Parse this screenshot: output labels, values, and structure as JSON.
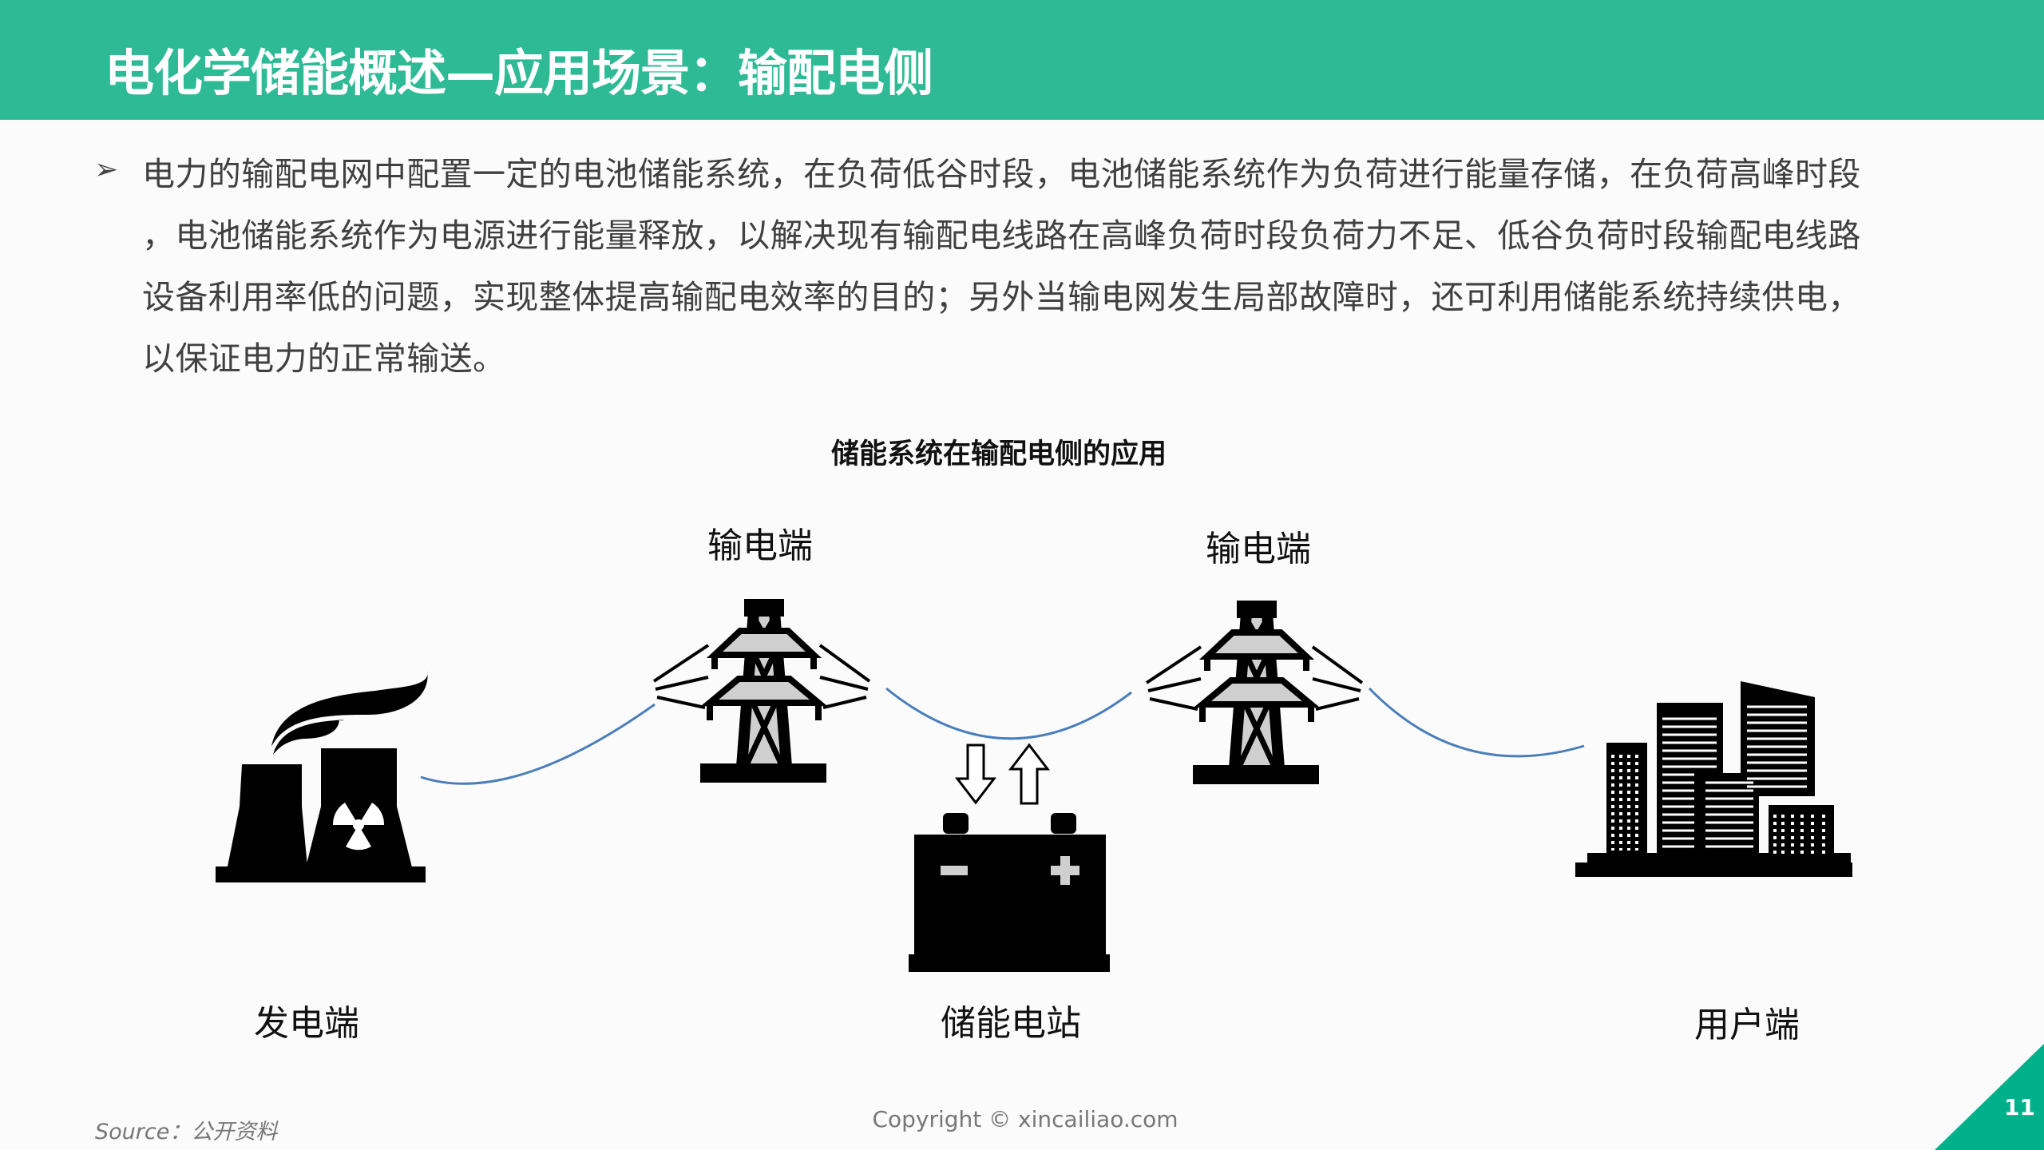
{
  "header": {
    "title": "电化学储能概述—应用场景：输配电侧"
  },
  "bullet_icon": "arrow-bullet-icon",
  "body": {
    "lines": [
      "电力的输配电网中配置一定的电池储能系统，在负荷低谷时段，电池储能系统作为负荷进行能量存储，在负荷高峰时段",
      "，电池储能系统作为电源进行能量释放，以解决现有输配电线路在高峰负荷时段负荷力不足、低谷负荷时段输配电线路",
      "设备利用率低的问题，实现整体提高输配电效率的目的；另外当输电网发生局部故障时，还可利用储能系统持续供电，",
      "以保证电力的正常输送。"
    ]
  },
  "diagram": {
    "title": "储能系统在输配电侧的应用",
    "labels": {
      "generation": "发电端",
      "transmission_1": "输电端",
      "transmission_2": "输电端",
      "storage": "储能电站",
      "user": "用户端"
    },
    "wire_color": "#4a7ebb"
  },
  "footer": {
    "source": "Source：公开资料",
    "copyright": "Copyright © xincailiao.com",
    "page_number": "11"
  },
  "colors": {
    "brand": "#2fba96",
    "corner": "#00b08a"
  }
}
